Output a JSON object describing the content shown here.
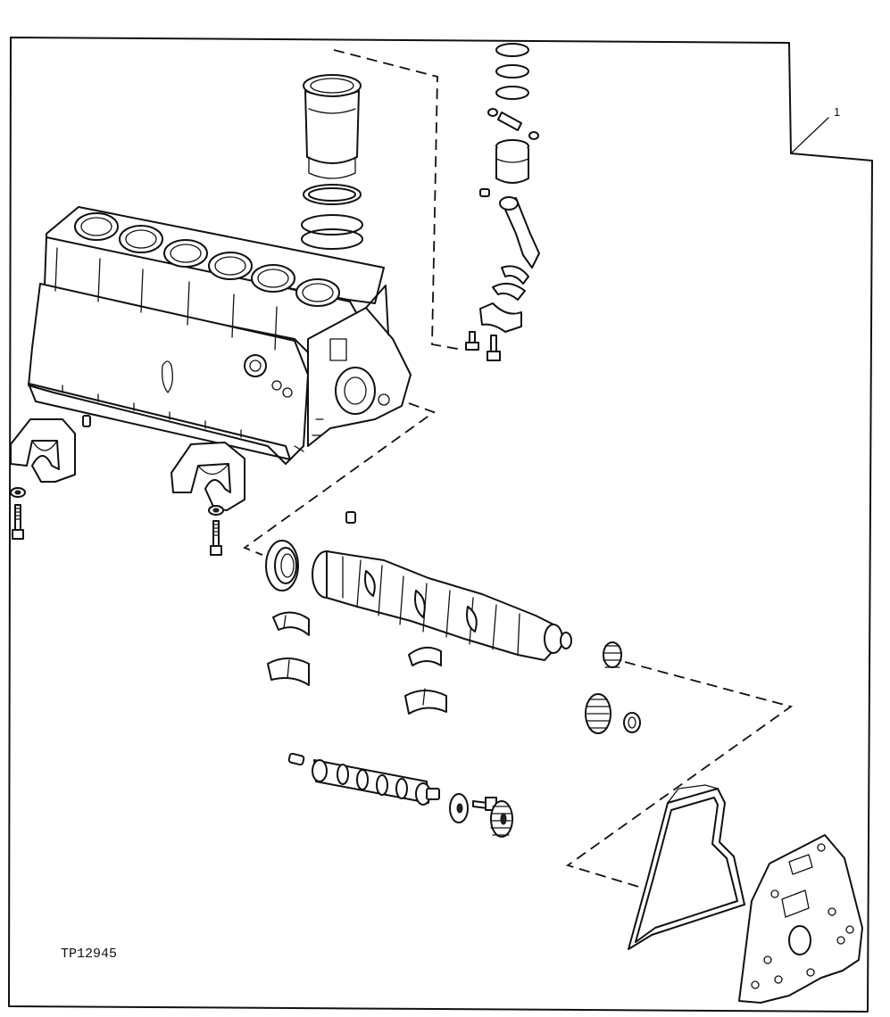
{
  "figure": {
    "id_label": "TP12945",
    "callout_number": "1"
  },
  "components": [
    "frame-border",
    "cylinder-block",
    "cylinder-liner",
    "liner-seal-rings",
    "piston-rings",
    "piston",
    "piston-pin",
    "connecting-rod",
    "rod-bearings",
    "rod-bolts",
    "main-bearing-caps",
    "main-cap-bolts",
    "crankshaft",
    "rear-oil-seal",
    "thrust-bearings",
    "main-bearing-inserts",
    "crankshaft-gear",
    "camshaft",
    "camshaft-gear",
    "thrust-washer",
    "front-plate-gasket",
    "engine-front-plate"
  ],
  "colors": {
    "line": "#111111",
    "paper": "#ffffff"
  }
}
